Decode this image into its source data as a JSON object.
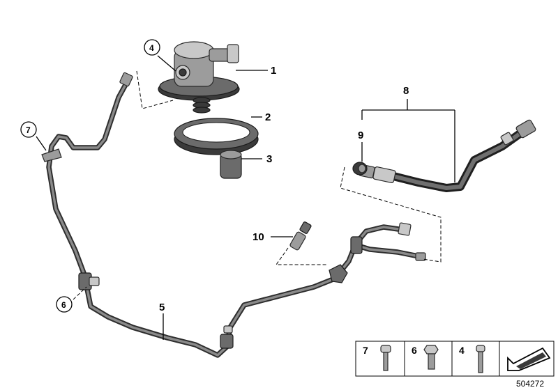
{
  "callouts": {
    "c1": "1",
    "c2": "2",
    "c3": "3",
    "c4": "4",
    "c5": "5",
    "c6": "6",
    "c7": "7",
    "c8": "8",
    "c9": "9",
    "c10": "10"
  },
  "legend": {
    "items": [
      "7",
      "6",
      "4"
    ]
  },
  "diagram_id": "504272",
  "icons": {
    "nav": "arrow-icon"
  }
}
